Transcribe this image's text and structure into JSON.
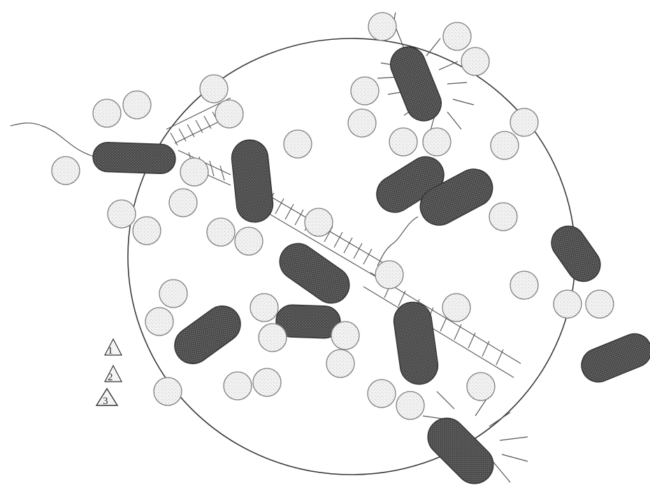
{
  "colors": {
    "background": "#ffffff",
    "outline": "#3a3a3a",
    "bacterium_fill": "#505050",
    "granule_fill": "#ececec",
    "granule_stroke": "#808080",
    "fibril": "#555555"
  },
  "legend": {
    "item_1": "1",
    "item_2": "2",
    "item_3": "3"
  }
}
